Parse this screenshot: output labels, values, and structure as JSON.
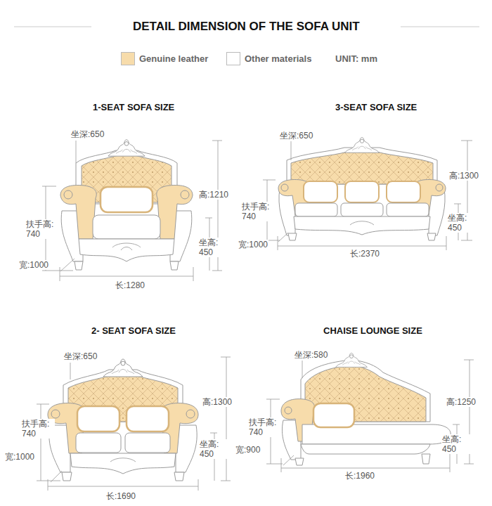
{
  "diagram": {
    "title": "DETAIL DIMENSION OF THE SOFA UNIT",
    "labels": [
      "UNIT: mm",
      "1-SEAT SOFA SIZE",
      "坐深:650",
      "扶手高: 740",
      "宽:1000",
      "高:1210",
      "坐高: 450",
      "长:1280",
      "3-SEAT SOFA SIZE",
      "坐深:650",
      "高:1300",
      "扶手高: 740",
      "坐高: 450",
      "宽:1000",
      "长:2370",
      "2- SEAT SOFA SIZE",
      "坐深:650",
      "高:1300",
      "扶手高: 740",
      "坐高: 450",
      "宽:1000",
      "长:1690",
      "CHAISE LOUNGE SIZE",
      "坐深:580",
      "高:1250",
      "扶手高: 740",
      "坐高: 450",
      "宽:900",
      "长:1960"
    ],
    "legend": [
      {
        "text": "Genuine leather",
        "color": "#f7dcab"
      },
      {
        "text": "Other materials",
        "color": "#ffffff"
      }
    ]
  }
}
